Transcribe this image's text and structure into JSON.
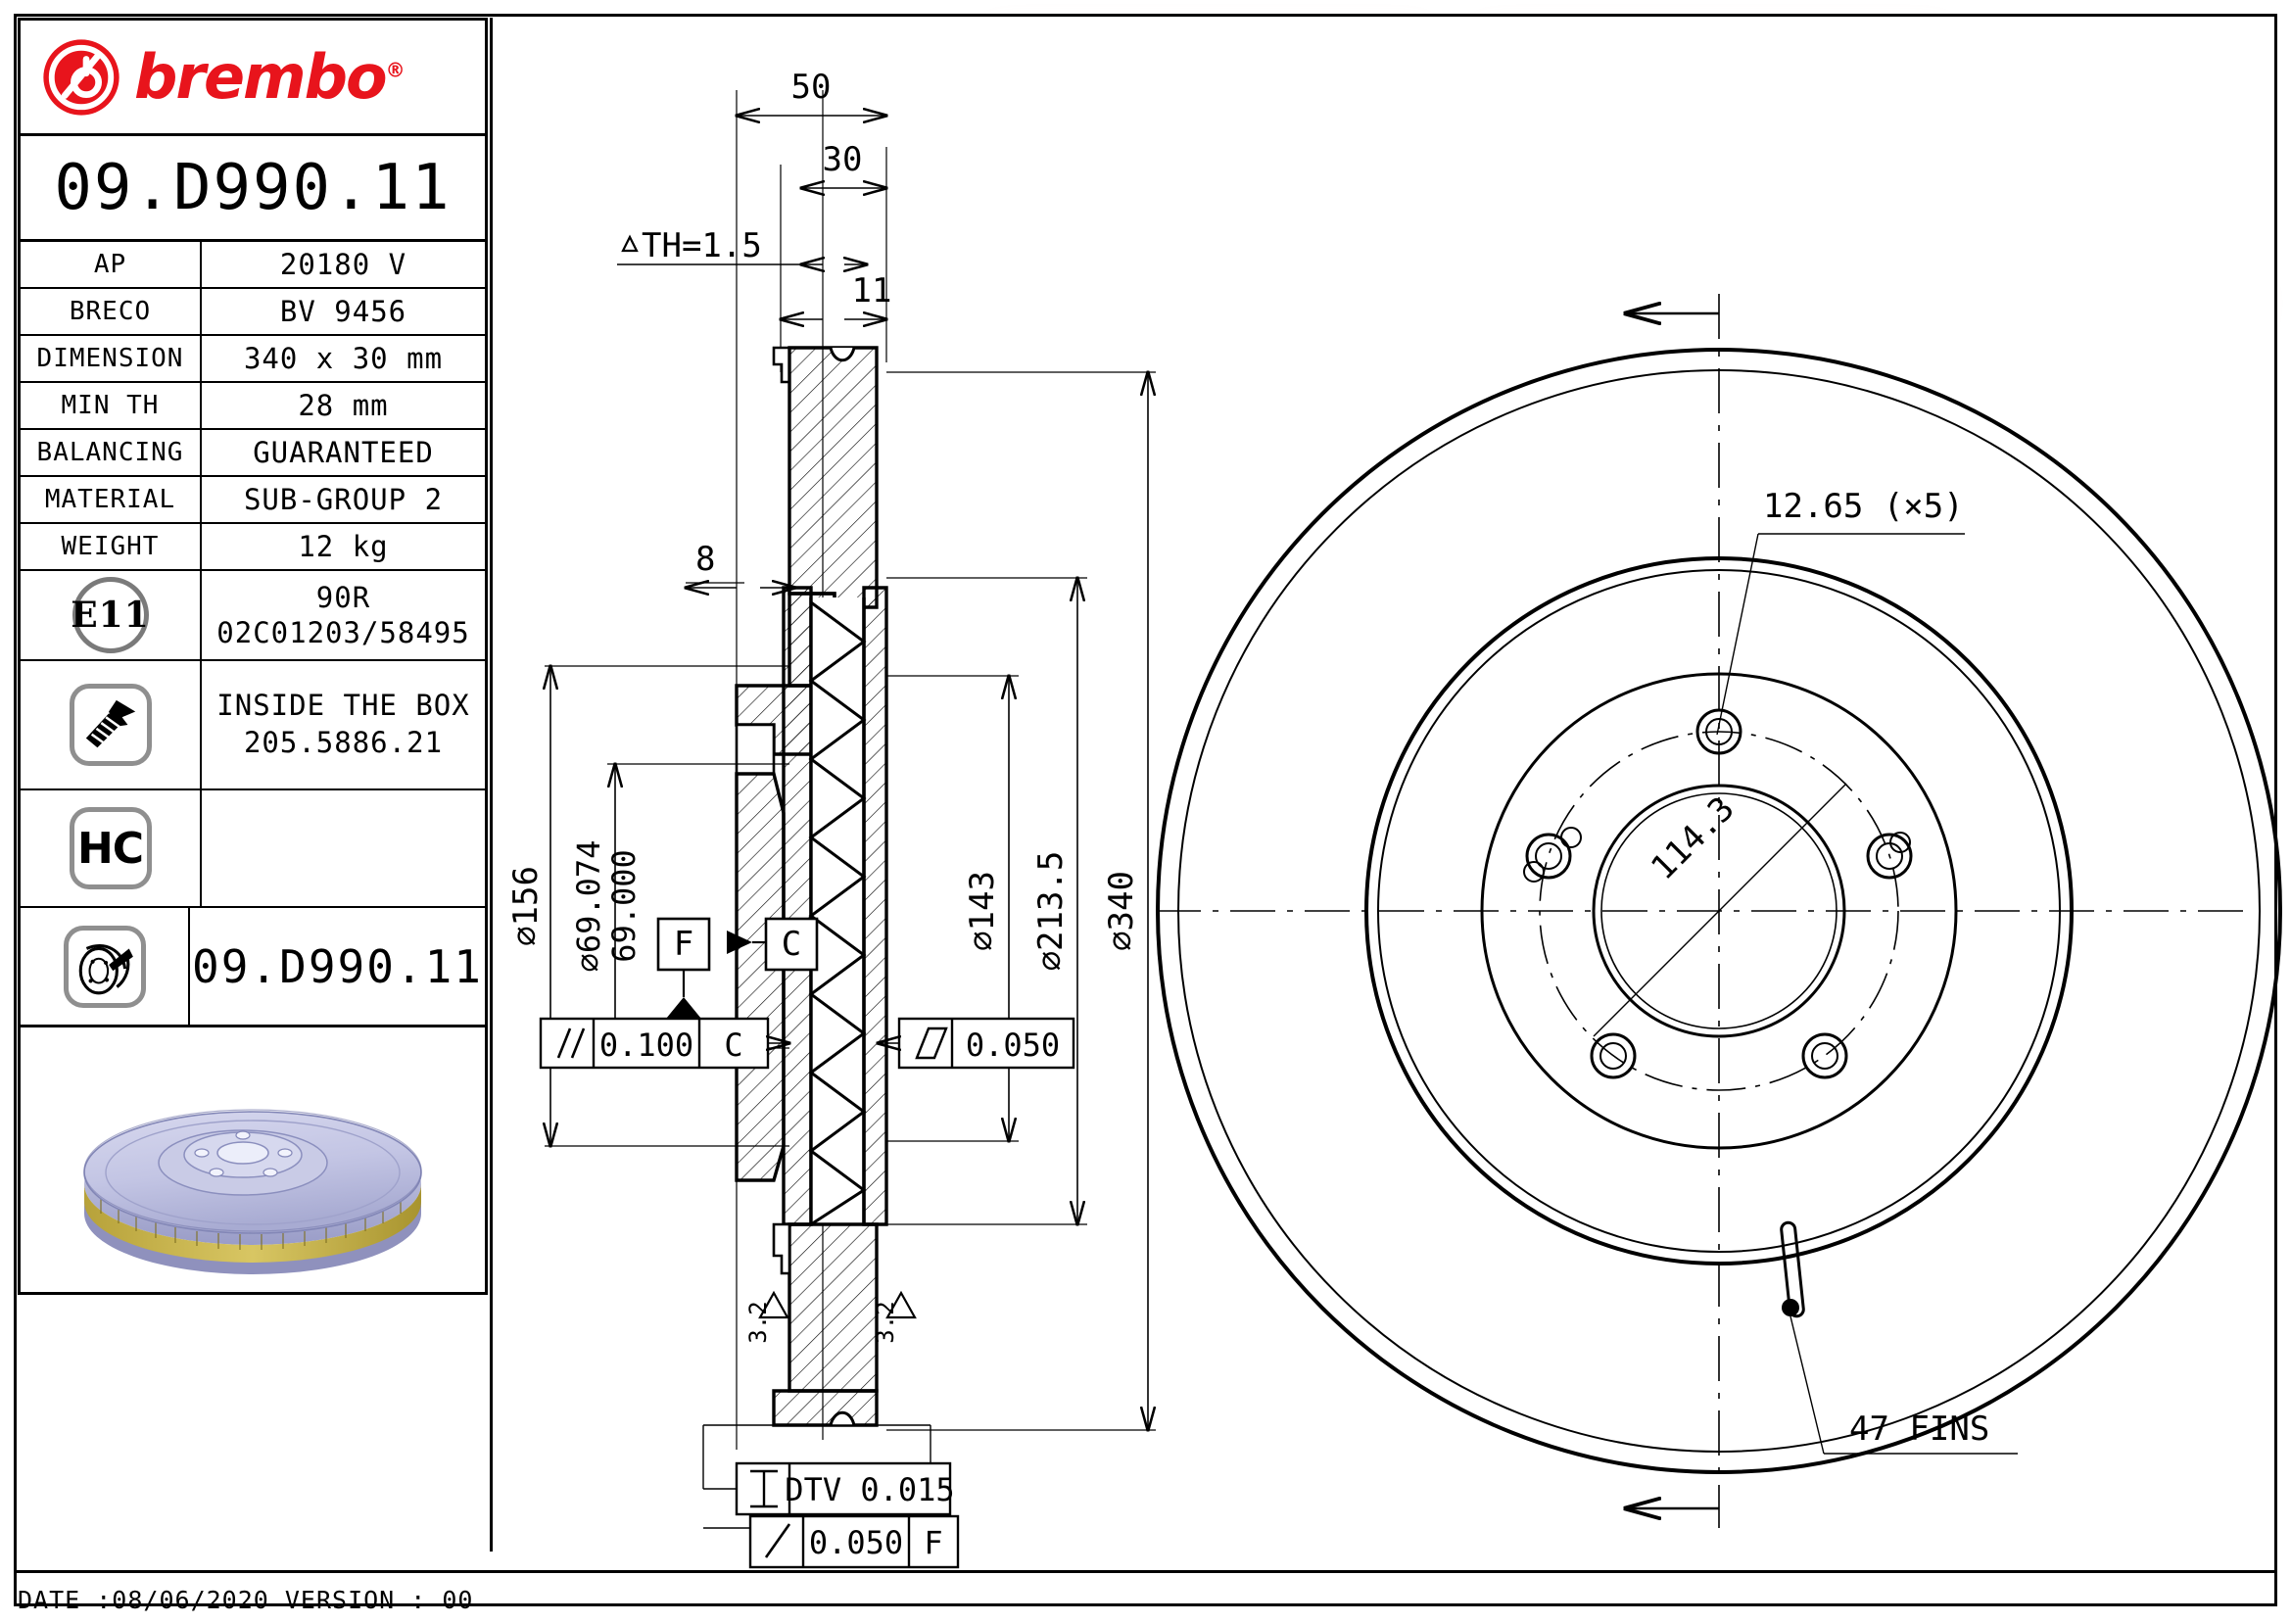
{
  "document": {
    "brand": "brembo",
    "brand_registered": "®",
    "part_number": "09.D990.11",
    "footer": "DATE :08/06/2020 VERSION : 00",
    "brand_color": "#e8141c"
  },
  "spec_table": {
    "rows": [
      {
        "label": "AP",
        "value": "20180 V"
      },
      {
        "label": "BRECO",
        "value": "BV 9456"
      },
      {
        "label": "DIMENSION",
        "value": "340 x 30 mm"
      },
      {
        "label": "MIN TH",
        "value": "28 mm"
      },
      {
        "label": "BALANCING",
        "value": "GUARANTEED"
      },
      {
        "label": "MATERIAL",
        "value": "SUB-GROUP 2"
      },
      {
        "label": "WEIGHT",
        "value": "12 kg"
      }
    ],
    "emark": {
      "icon": "e11-approval-icon",
      "badge_text": "E11",
      "line1": "90R",
      "line2": "02C01203/58495"
    },
    "screw_row": {
      "icon": "screw-icon",
      "line1": "INSIDE THE BOX",
      "line2": "205.5886.21"
    },
    "hc_row": {
      "icon": "hc-badge-icon",
      "badge_text": "HC",
      "value": ""
    },
    "disc_row": {
      "icon": "brake-disc-icon",
      "value": "09.D990.11"
    },
    "photo": {
      "icon": "brake-disc-photo",
      "alt": "ventilated brake disc photo"
    }
  },
  "section_view": {
    "title": "cross-section",
    "dimensions": {
      "overall_width": "50",
      "hub_offset": "30",
      "hat_step": "11",
      "inner_step": "8",
      "thickness_variation": "△TH=1.5",
      "dia_156": "⌀156",
      "dia_bore_max": "⌀69.074",
      "dia_bore_min": "69.000",
      "dia_143": "⌀143",
      "dia_213_5": "⌀213.5",
      "dia_340": "⌀340",
      "roughness_left": "3.2",
      "roughness_right": "3.2"
    },
    "datums": {
      "f": "F",
      "c": "C"
    },
    "gdt": {
      "parallelism": {
        "symbol": "//",
        "value": "0.100",
        "datum": "C"
      },
      "flatness": {
        "symbol": "▱",
        "value": "0.050",
        "datum": ""
      },
      "dtv": {
        "symbol": "⌶",
        "value": "DTV 0.015",
        "datum": ""
      },
      "runout": {
        "symbol": "╱",
        "value": "0.050",
        "datum": "F"
      }
    }
  },
  "face_view": {
    "title": "face view",
    "annotations": {
      "bolt_hole": "12.65 (×5)",
      "pcd": "114.3",
      "fins": "47 FINS"
    }
  }
}
